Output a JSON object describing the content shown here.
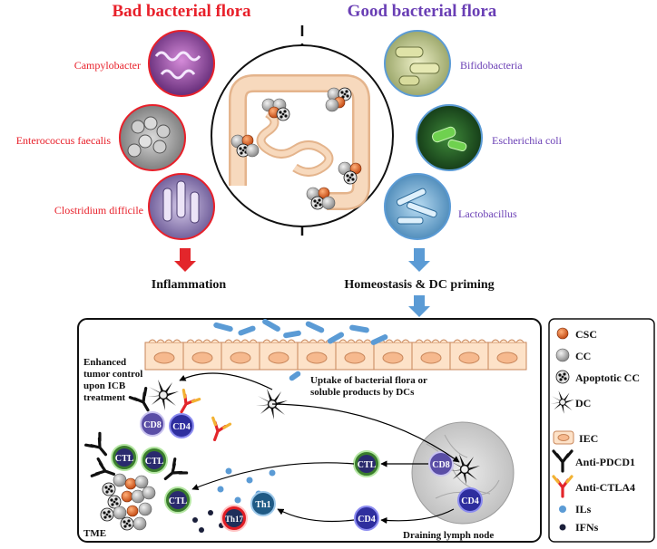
{
  "headers": {
    "bad": "Bad bacterial flora",
    "good": "Good bacterial flora"
  },
  "bad_bacteria": [
    {
      "label": "Campylobacter"
    },
    {
      "label": "Enterococcus faecalis"
    },
    {
      "label": "Clostridium difficile"
    }
  ],
  "good_bacteria": [
    {
      "label": "Bifidobacteria"
    },
    {
      "label": "Escherichia coli"
    },
    {
      "label": "Lactobacillus"
    }
  ],
  "outcomes": {
    "bad": "Inflammation",
    "good": "Homeostasis & DC priming"
  },
  "panel": {
    "enhanced_lines": [
      "Enhanced",
      "tumor control",
      "upon ICB",
      "treatment"
    ],
    "uptake_lines": [
      "Uptake of bacterial flora or",
      "soluble products by DCs"
    ],
    "tme": "TME",
    "lymph_node": "Draining lymph node",
    "cells": {
      "cd8": "CD8",
      "cd4": "CD4",
      "ctl": "CTL",
      "th1": "Th1",
      "th17": "Th17"
    }
  },
  "legend": [
    {
      "label": "CSC"
    },
    {
      "label": "CC"
    },
    {
      "label": "Apoptotic CC"
    },
    {
      "label": "DC"
    },
    {
      "label": "IEC"
    },
    {
      "label": "Anti-PDCD1"
    },
    {
      "label": "Anti-CTLA4"
    },
    {
      "label": "ILs"
    },
    {
      "label": "IFNs"
    }
  ],
  "colors": {
    "bad": "#e8202a",
    "good": "#6a3fb5",
    "arrow_red": "#e3262b",
    "arrow_blue": "#5b9bd5",
    "csc": "#e2622b",
    "cc": "#a9a9a9",
    "ctl": "#3a7d2c",
    "cd8": "#5a4ea6",
    "cd4": "#2e2e9e",
    "th1": "#1f5a85",
    "th17": "#e01d25",
    "il": "#5b9bd5",
    "ifn": "#1a1f3a",
    "iec": "#fde2c8",
    "lymph": "#cfcfcf"
  }
}
